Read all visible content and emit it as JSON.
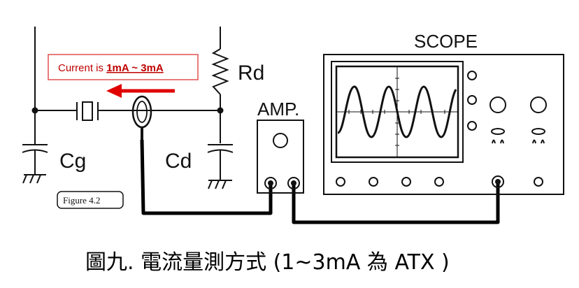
{
  "callout": {
    "prefix": "Current is ",
    "value": "1mA ~ 3mA",
    "color": "#c00000"
  },
  "labels": {
    "rd": "Rd",
    "cg": "Cg",
    "cd": "Cd",
    "amp": "AMP.",
    "scope": "SCOPE",
    "figure_tag": "Figure 4.2"
  },
  "caption": "圖九. 電流量測方式 (1~3mA 為 ATX )",
  "colors": {
    "arrow": "#e00000",
    "line": "#111111",
    "cable": "#000000"
  },
  "icons": [
    "ground-symbol",
    "capacitor-symbol",
    "resistor-symbol",
    "current-probe",
    "oscilloscope",
    "amplifier",
    "knob"
  ]
}
